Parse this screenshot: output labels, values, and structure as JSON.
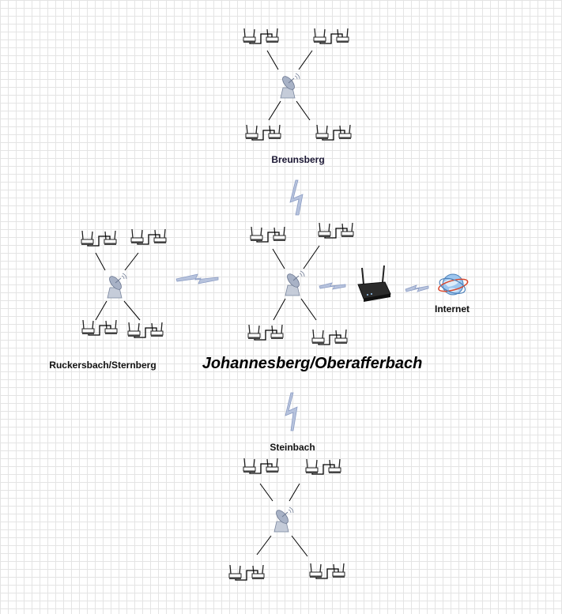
{
  "labels": {
    "breunsberg": "Breunsberg",
    "ruckersbach": "Ruckersbach/Sternberg",
    "johannesberg": "Johannesberg/Oberafferbach",
    "steinbach": "Steinbach",
    "internet": "Internet"
  },
  "colors": {
    "grid": "#e4e4e4",
    "link_line": "#000000",
    "wireless_bolt": "#8c9dc4",
    "dish_fill": "#a8b2c6",
    "router": "#2b2b2b",
    "globe": "#6fa3d8"
  },
  "icons": [
    "router-pair-icon",
    "satellite-dish-icon",
    "wireless-link-icon",
    "access-point-icon",
    "internet-globe-icon"
  ]
}
